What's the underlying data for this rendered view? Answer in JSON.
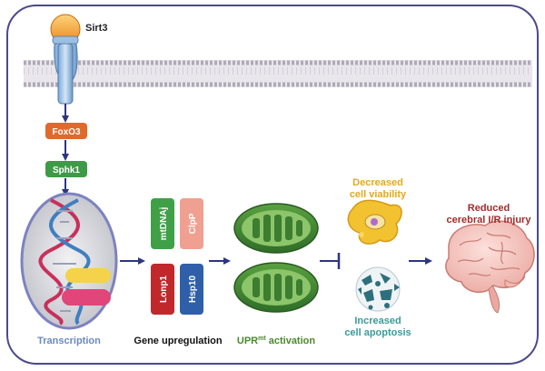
{
  "receptor": {
    "label": "Sirt3"
  },
  "pathway": {
    "foxo3": "FoxO3",
    "sphk1": "Sphk1"
  },
  "nucleus": {
    "label": "Transcription"
  },
  "genes": {
    "items": [
      "mtDNAj",
      "ClpP",
      "Lonp1",
      "Hsp10"
    ],
    "label": "Gene upregulation"
  },
  "upr": {
    "label_main": "UPR",
    "label_sup": "mt",
    "label_tail": " activation"
  },
  "outcomes": {
    "viability_line1": "Decreased",
    "viability_line2": "cell viability",
    "apoptosis_line1": "Increased",
    "apoptosis_line2": "cell apoptosis"
  },
  "result": {
    "line1": "Reduced",
    "line2": "cerebral I/R injury"
  },
  "colors": {
    "frame": "#4a4a8c",
    "arrow": "#2e3580",
    "foxo3": "#e06a2c",
    "sphk1": "#3f9a48",
    "mtdnaj": "#3fa047",
    "clpp": "#f0a090",
    "lonp1": "#c0282c",
    "hsp10": "#2f5fa8",
    "viability_text": "#e3a91d",
    "apoptosis_text": "#3a9a9a",
    "result_text": "#a52a2a",
    "upr_text": "#4a8a2a"
  }
}
